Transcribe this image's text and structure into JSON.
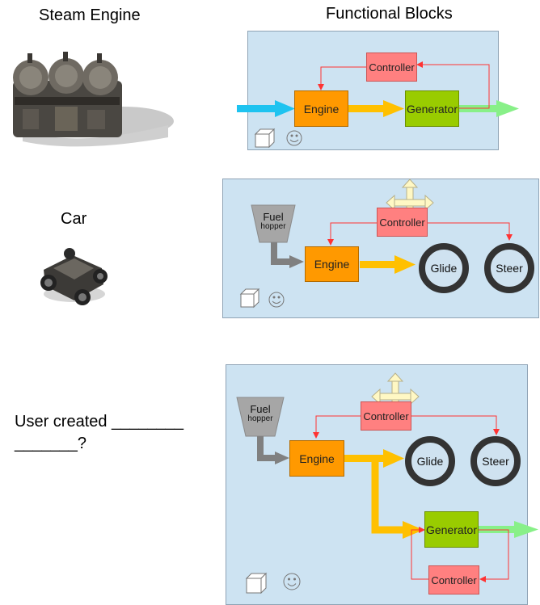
{
  "headings": {
    "steam_engine": "Steam Engine",
    "functional_blocks": "Functional Blocks",
    "car": "Car",
    "user_created_line1": "User created ________",
    "user_created_line2": "_______?"
  },
  "blocks": {
    "engine": "Engine",
    "controller": "Controller",
    "generator": "Generator",
    "glide": "Glide",
    "steer": "Steer",
    "fuel": "Fuel",
    "hopper": "hopper"
  },
  "colors": {
    "panel_bg": "#cde3f2",
    "engine": "#ff9900",
    "controller": "#ff8080",
    "generator": "#99cc00",
    "input_arrow": "#1ec3f0",
    "flow_arrow": "#ffc000",
    "output_arrow": "#88f088",
    "fuel_arrow": "#808080",
    "signal_line": "#ff3333",
    "wheel_ring": "#333333"
  },
  "icons": [
    "steam-engine-image",
    "car-image",
    "cube-icon",
    "smiley-icon",
    "move-cross-icon",
    "fuel-hopper-icon"
  ]
}
